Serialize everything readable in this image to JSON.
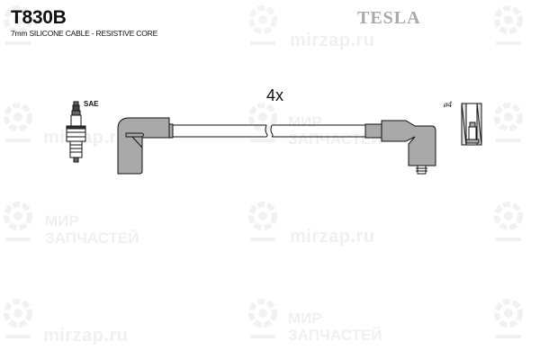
{
  "header": {
    "part_number": "T830B",
    "subtitle": "7mm SILICONE CABLE - RESISTIVE CORE",
    "brand": "TESLA"
  },
  "diagram": {
    "quantity": "4x",
    "spark_plug_label": "SAE",
    "diameter_label": "ø4",
    "cable_color": "#ffffff",
    "boot_color": "#a9a9a9",
    "outline_color": "#111111"
  },
  "watermark": {
    "site": "mirzap.ru",
    "line1": "МИР",
    "line2": "ЗАПЧАСТЕЙ",
    "color": "#efefef"
  }
}
